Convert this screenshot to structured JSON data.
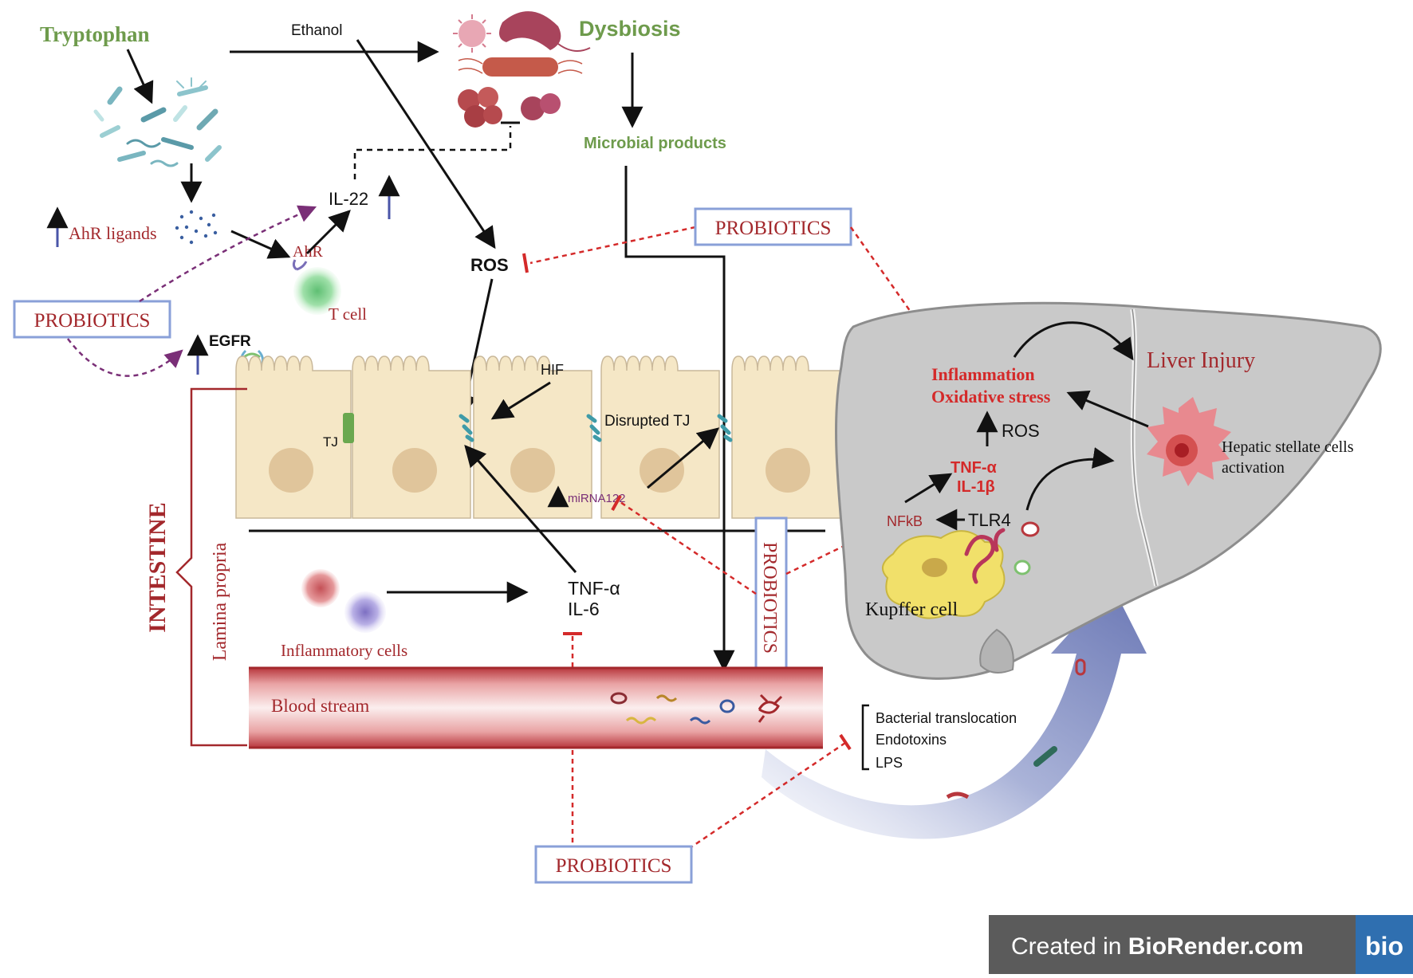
{
  "colors": {
    "green": "#6e9b4c",
    "dark_red": "#a3282c",
    "bright_red": "#d42a2a",
    "purple": "#7a2f77",
    "blue_arrow": "#4a55a8",
    "probiotics_border": "#8aa0d8",
    "cell_fill": "#f5e7c6",
    "nucleus": "#e0c59b",
    "liver": "#c9c9c9",
    "blood": "#b83a3f"
  },
  "labels": {
    "tryptophan": "Tryptophan",
    "ethanol": "Ethanol",
    "dysbiosis": "Dysbiosis",
    "microbial_products": "Microbial products",
    "ahr_ligands": "AhR ligands",
    "il22": "IL-22",
    "ahr": "AhR",
    "t_cell": "T cell",
    "ros_gut": "ROS",
    "egfr": "EGFR",
    "hif": "HIF",
    "tj": "TJ",
    "disrupted_tj": "Disrupted TJ",
    "mirna122": "miRNA122",
    "intestine": "INTESTINE",
    "lamina_propria": "Lamina propria",
    "tnf_alpha_gut": "TNF-α",
    "il6": "IL-6",
    "inflammatory_cells": "Inflammatory cells",
    "blood_stream": "Blood stream",
    "bacterial_translocation": "Bacterial translocation",
    "endotoxins": "Endotoxins",
    "lps": "LPS",
    "liver_injury": "Liver Injury",
    "inflammation": "Inflammation",
    "oxidative_stress": "Oxidative stress",
    "ros_liver": "ROS",
    "tnf_alpha_liver": "TNF-α",
    "il1b": "IL-1β",
    "nfkb": "NFkB",
    "tlr4": "TLR4",
    "kupffer_cell": "Kupffer cell",
    "hsc_line1": "Hepatic stellate cells",
    "hsc_line2": "activation"
  },
  "probiotics": [
    "PROBIOTICS",
    "PROBIOTICS",
    "PROBIOTICS",
    "PROBIOTICS"
  ],
  "footer": {
    "created_in": "Created in ",
    "brand": "BioRender.com",
    "logo": "bio"
  }
}
